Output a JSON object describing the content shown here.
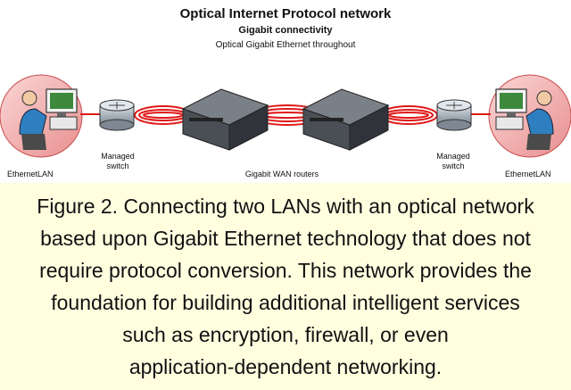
{
  "diagram": {
    "title": "Optical Internet Protocol network",
    "subtitle": "Gigabit connectivity",
    "subtitle2": "Optical Gigabit Ethernet throughout",
    "label_ethernet_lan_left": "EthernetLAN",
    "label_ethernet_lan_right": "EthernetLAN",
    "label_managed_left": [
      "Managed",
      "switch"
    ],
    "label_managed_right": [
      "Managed",
      "switch"
    ],
    "label_routers": "Gigabit WAN routers"
  },
  "caption": {
    "lines": [
      "Figure 2. Connecting two LANs with an optical network",
      "based upon Gigabit Ethernet technology that does not",
      "require protocol conversion. This network provides the",
      "foundation for building additional intelligent services",
      "such as encryption, firewall, or even",
      "application-dependent networking."
    ]
  },
  "colors": {
    "lan_fill": "#f2a5a5",
    "link_red": "#e01818",
    "router_fill": "#555a60",
    "switch_fill": "#9aa4ae",
    "caption_bg": "#ffffe0"
  }
}
